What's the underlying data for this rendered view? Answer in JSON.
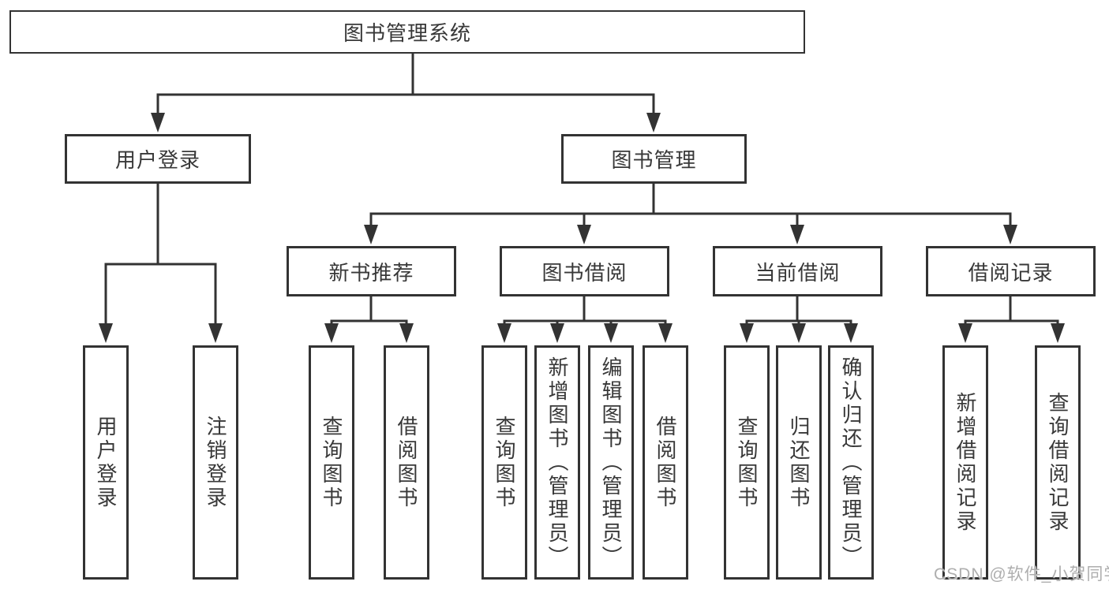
{
  "colors": {
    "background": "#ffffff",
    "line": "#333333",
    "box_border": "#333333",
    "text": "#383838",
    "watermark": "#aeaeae"
  },
  "diagram": {
    "root": {
      "label": "图书管理系统"
    },
    "branches": [
      {
        "label": "用户登录",
        "children": [
          {
            "label": "用户登录"
          },
          {
            "label": "注销登录"
          }
        ]
      },
      {
        "label": "图书管理",
        "children": [
          {
            "label": "新书推荐",
            "children": [
              {
                "label": "查询图书"
              },
              {
                "label": "借阅图书"
              }
            ]
          },
          {
            "label": "图书借阅",
            "children": [
              {
                "label": "查询图书"
              },
              {
                "label": "新增图书（管理员）"
              },
              {
                "label": "编辑图书（管理员）"
              },
              {
                "label": "借阅图书"
              }
            ]
          },
          {
            "label": "当前借阅",
            "children": [
              {
                "label": "查询图书"
              },
              {
                "label": "归还图书"
              },
              {
                "label": "确认归还（管理员）"
              }
            ]
          },
          {
            "label": "借阅记录",
            "children": [
              {
                "label": "新增借阅记录"
              },
              {
                "label": "查询借阅记录"
              }
            ]
          }
        ]
      }
    ]
  },
  "watermark": {
    "text": "CSDN @软件_小贺同学"
  }
}
